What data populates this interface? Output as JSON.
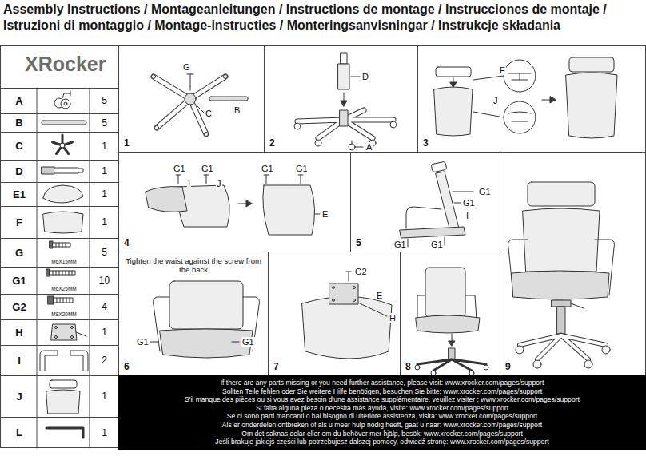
{
  "diagram": {
    "title": "Assembly Instructions / Montageanleitungen / Instructions de montage / Instrucciones de montaje / Istruzioni di montaggio / Montage-instructies / Monteringsanvisningar / Instrukcje składania",
    "nodes": [
      {
        "text": [
          "XRocker"
        ]
      },
      {
        "text": [
          "A",
          "5"
        ],
        "in": 0
      },
      {
        "text": [
          "B",
          "5"
        ],
        "in": 0
      },
      {
        "text": [
          "C",
          "1"
        ],
        "in": 0
      },
      {
        "text": [
          "D",
          "1"
        ],
        "in": 0
      },
      {
        "text": [
          "E1",
          "1"
        ],
        "in": 0
      },
      {
        "text": [
          "F",
          "1"
        ],
        "in": 0
      },
      {
        "text": [
          "G",
          "M6X15MM",
          "5"
        ],
        "in": 0
      },
      {
        "text": [
          "G1",
          "M6X25MM",
          "10"
        ],
        "in": 0
      },
      {
        "text": [
          "G2",
          "M8X20MM",
          "4"
        ],
        "in": 0
      },
      {
        "text": [
          "H",
          "1"
        ],
        "in": 0
      },
      {
        "text": [
          "I",
          "2"
        ],
        "in": 0
      },
      {
        "text": [
          "J",
          "1"
        ],
        "in": 0
      },
      {
        "text": [
          "L",
          "1"
        ],
        "in": 0
      },
      {
        "text": [
          "1"
        ]
      },
      {
        "text": [
          "2"
        ]
      },
      {
        "text": [
          "3"
        ]
      },
      {
        "text": [
          "4"
        ]
      },
      {
        "text": [
          "5"
        ]
      },
      {
        "text": [
          "6",
          "Tighten the waist against the screw from the back"
        ]
      },
      {
        "text": [
          "7"
        ]
      },
      {
        "text": [
          "8"
        ]
      },
      {
        "text": [
          "9"
        ]
      },
      {
        "text": [
          "If there are any parts missing or you need further assistance, please visit: www.xrocker.com/pages/support",
          "Sollten Teile fehlen oder Sie weitere Hilfe benötigen, besuchen Sie bitte: www.xrocker.com/pages/support",
          "S'il manque des pièces ou si vous avez besoin d'une assistance supplémentaire, veuillez visiter : www.xrocker.com/pages/support",
          "Si falta alguna pieza o necesita más ayuda, visite: www.xrocker.com/pages/support",
          "Se ci sono parti mancanti o hai bisogno di ulteriore assistenza, visita: www.xrocker.com/pages/support",
          "Als er onderdelen ontbreken of als u meer hulp nodig heeft, gaat u naar: www.xrocker.com/pages/support",
          "Om det saknas delar eller om du behöver mer hjälp, besök: www.xrocker.com/pages/support",
          "Jeśli brakuje jakiejś części lub potrzebujesz dalszej pomocy, odwiedź stronę: www.xrocker.com/pages/support"
        ]
      }
    ],
    "labels": [
      "G",
      "C",
      "B",
      "D",
      "A",
      "F",
      "J",
      "G1",
      "G1",
      "I",
      "J",
      "G1",
      "G1",
      "E",
      "G1",
      "G1",
      "I",
      "G1",
      "G1",
      "G1",
      "G1",
      "G2",
      "E",
      "H"
    ]
  }
}
